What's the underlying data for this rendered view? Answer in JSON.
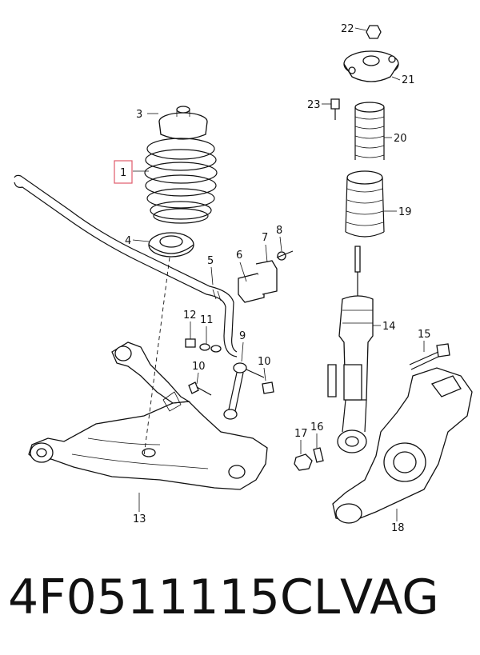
{
  "callouts": {
    "c1": "1",
    "c3": "3",
    "c4": "4",
    "c5": "5",
    "c6": "6",
    "c7": "7",
    "c8": "8",
    "c10a": "10",
    "c10b": "10",
    "c11": "11",
    "c12": "12",
    "c13": "13",
    "c14": "14",
    "c15": "15",
    "c16": "16",
    "c17": "17",
    "c18": "18",
    "c19": "19",
    "c20": "20",
    "c21": "21",
    "c22": "22",
    "c23": "23",
    "c9": "9"
  },
  "highlight_color": "#e05a6a",
  "footer": {
    "part_number": "4F0511115CL",
    "brand": "VAG"
  }
}
